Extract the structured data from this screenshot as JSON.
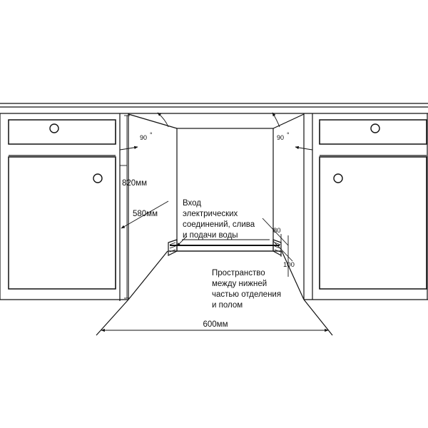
{
  "dimensions": {
    "height_total": "820мм",
    "height_opening": "580мм",
    "width": "600мм",
    "angle_left": "90",
    "angle_right": "90",
    "degree_symbol": "°",
    "offset_80": "80",
    "offset_100": "100"
  },
  "notes": {
    "inlet": [
      "Вход",
      "электрических",
      "соединений, слива",
      "и подачи воды"
    ],
    "space": [
      "Пространство",
      "между нижней",
      "частью отделения",
      "и полом"
    ]
  },
  "colors": {
    "line": "#111111",
    "background": "#ffffff"
  }
}
